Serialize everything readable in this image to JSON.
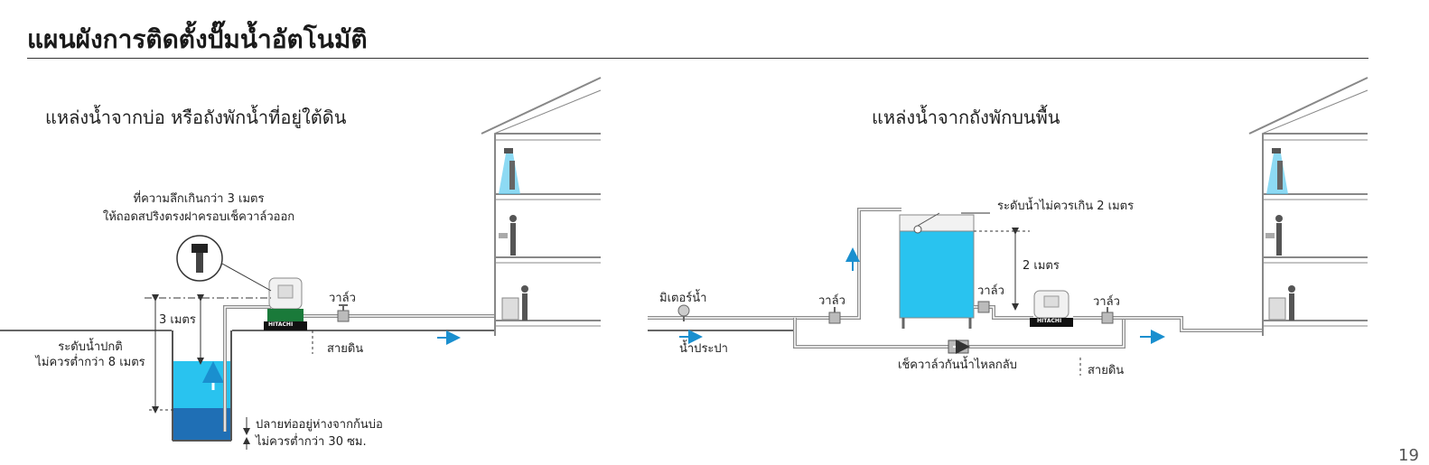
{
  "page_title": "แผนผังการติดตั้งปั๊มน้ำอัตโนมัติ",
  "left": {
    "title": "แหล่งน้ำจากบ่อ หรือถังพักน้ำที่อยู่ใต้ดิน",
    "note_line1": "ที่ความลึกเกินกว่า 3 เมตร",
    "note_line2": "ให้ถอดสปริงตรงฝาครอบเช็ควาล์วออก",
    "normal_level_line1": "ระดับน้ำปกติ",
    "normal_level_line2": "ไม่ควรต่ำกว่า 8 เมตร",
    "depth_label": "3 เมตร",
    "valve_label": "วาล์ว",
    "ground_label": "สายดิน",
    "pipe_end_line1": "ปลายท่ออยู่ห่างจากก้นบ่อ",
    "pipe_end_line2": "ไม่ควรต่ำกว่า 30 ซม.",
    "brand": "HITACHI"
  },
  "right": {
    "title": "แหล่งน้ำจากถังพักบนพื้น",
    "level_note": "ระดับน้ำไม่ควรเกิน 2 เมตร",
    "height_label": "2 เมตร",
    "meter_label": "มิเตอร์น้ำ",
    "valve_label_1": "วาล์ว",
    "valve_label_2": "วาล์ว",
    "valve_label_3": "วาล์ว",
    "supply_label": "น้ำประปา",
    "check_valve_label": "เช็ควาล์วกันน้ำไหลกลับ",
    "ground_label": "สายดิน",
    "brand": "HITACHI"
  },
  "colors": {
    "water_light": "#29c3ef",
    "water_dark": "#1f6fb5",
    "pump_base": "#1a7a3a",
    "pipe": "#8c8c8c",
    "arrow": "#1a8fcf"
  },
  "page_number": "19"
}
